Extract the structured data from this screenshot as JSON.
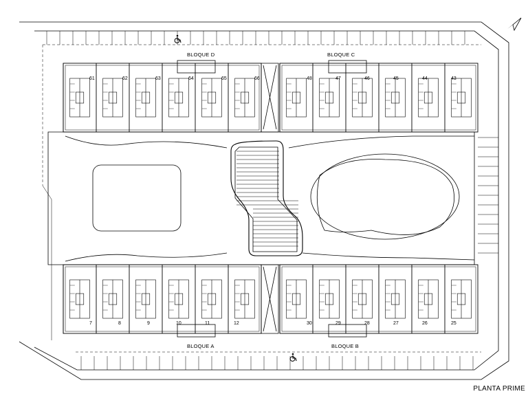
{
  "labels": {
    "bloque_a": "BLOQUE A",
    "bloque_b": "BLOQUE B",
    "bloque_c": "BLOQUE C",
    "bloque_d": "BLOQUE D",
    "title": "PLANTA PRIME"
  },
  "units": {
    "top_left": [
      "61",
      "62",
      "63",
      "64",
      "65",
      "66"
    ],
    "top_right": [
      "48",
      "47",
      "46",
      "45",
      "44",
      "43"
    ],
    "bottom_left": [
      "7",
      "8",
      "9",
      "10",
      "11",
      "12"
    ],
    "bottom_right": [
      "30",
      "29",
      "28",
      "27",
      "26",
      "25"
    ]
  },
  "icons": {
    "accessible_parking": "wheelchair-icon",
    "north_arrow": "north-arrow-icon"
  }
}
